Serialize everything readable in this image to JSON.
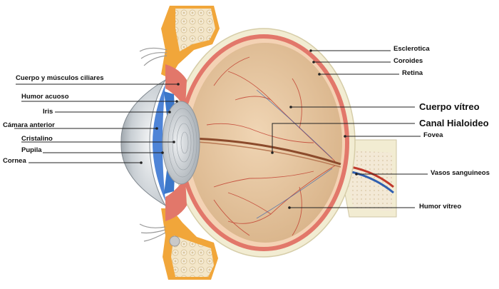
{
  "labels": {
    "cuerpo_musculos_ciliares": "Cuerpo y músculos ciliares",
    "humor_acuoso": "Humor acuoso",
    "iris": "Iris",
    "camara_anterior": "Cámara anterior",
    "cristalino": "Cristalino",
    "pupila": "Pupila",
    "cornea": "Cornea",
    "esclerotica": "Esclerotica",
    "coroides": "Coroides",
    "retina": "Retina",
    "cuerpo_vitreo": "Cuerpo vítreo",
    "canal_hialoideo": "Canal Hialoideo",
    "fovea": "Fovea",
    "vasos_sanguineos": "Vasos sanguineos",
    "humor_vitreo": "Humor vítreo"
  },
  "colors": {
    "sclera": "#f2ecd2",
    "choroid": "#e2776a",
    "retina": "#f4d2b4",
    "vitreous": "#e7c7a3",
    "bone": "#f1a63a",
    "lens": "#cfd4d8",
    "iris": "#3b77c9",
    "vessel_red": "#c0392b",
    "vessel_blue": "#2f5fb0"
  }
}
